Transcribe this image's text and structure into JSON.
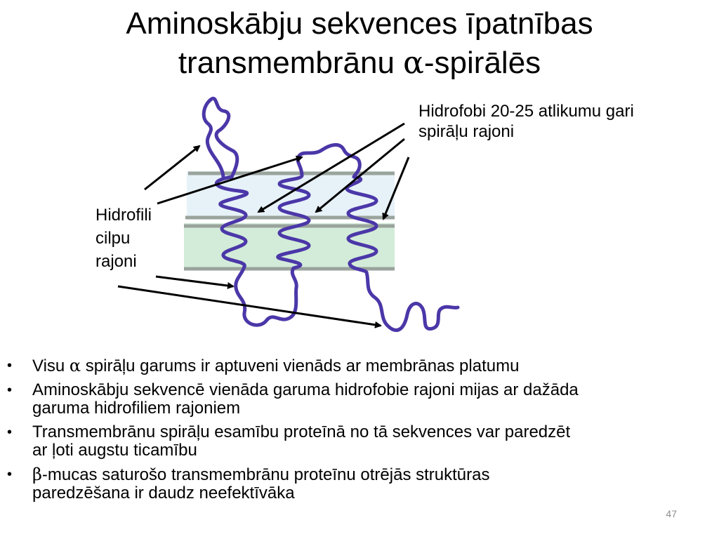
{
  "slide": {
    "title_line1": "Aminoskābju sekvences īpatnības",
    "title_line2_pre": "transmembrānu ",
    "title_line2_greek": "α",
    "title_line2_post": "-spirālēs",
    "number": "47"
  },
  "figure": {
    "hydrophobic_label_line1": "Hidrofobi 20-25 atlikumu gari",
    "hydrophobic_label_line2": "spirāļu rajoni",
    "hydrophilic_label_line1": "Hidrofili",
    "hydrophilic_label_line2": "cilpu",
    "hydrophilic_label_line3": "rajoni",
    "colors": {
      "chain": "#4b37a8",
      "membrane_upper": "#e6f2f8",
      "membrane_lower": "#d2ecd9",
      "membrane_line": "#9aa39d",
      "arrow": "#000000"
    }
  },
  "bullets": {
    "b1_pre": "Visu ",
    "b1_greek": "α",
    "b1_post": " spirāļu garums ir aptuveni vienāds ar membrānas platumu",
    "b2_line1": "Aminoskābju sekvencē vienāda garuma hidrofobie rajoni mijas ar dažāda",
    "b2_line2": "garuma hidrofiliem rajoniem",
    "b3_line1": "Transmembrānu spirāļu esamību proteīnā no tā sekvences var paredzēt",
    "b3_line2": "ar ļoti augstu ticamību",
    "b4_greek": "β",
    "b4_line1_post": "-mucas saturošo transmembrānu proteīnu otrējās struktūras",
    "b4_line2": "paredzēšana ir daudz neefektīvāka",
    "bullet_char": "•"
  }
}
